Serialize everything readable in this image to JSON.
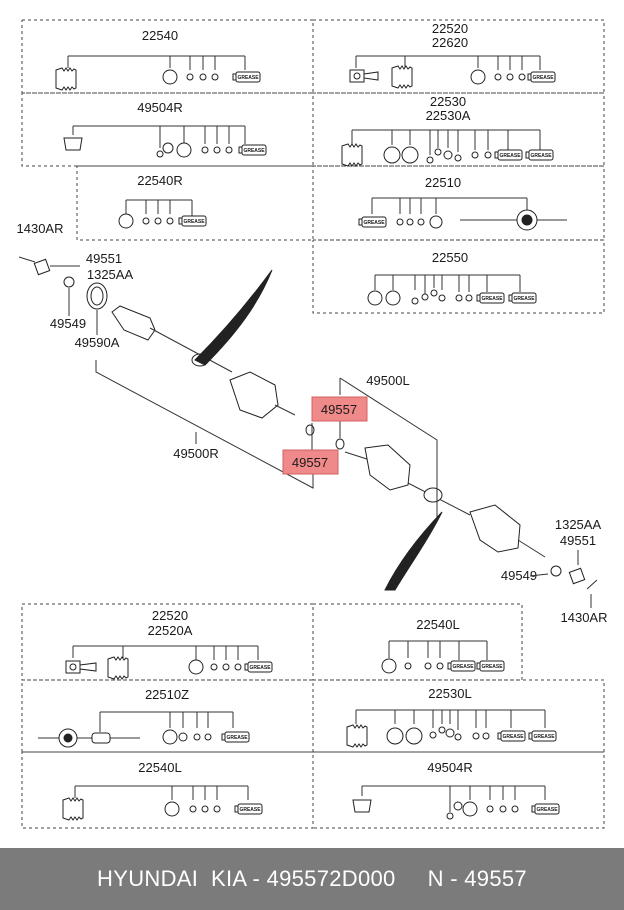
{
  "top_boxes": {
    "box1_label": "22540",
    "box2_label_a": "22520",
    "box2_label_b": "22620",
    "box3_label": "49504R",
    "box4_label_a": "22530",
    "box4_label_b": "22530A",
    "box5_label": "22540R",
    "box6_label": "22510",
    "box7_label": "22550"
  },
  "bottom_boxes": {
    "box1_label_a": "22520",
    "box1_label_b": "22520A",
    "box2_label": "22540L",
    "box3_label": "22510Z",
    "box4_label": "22530L",
    "box5_label": "22540L",
    "box6_label": "49504R"
  },
  "callouts": {
    "bolt_left": "1430AR",
    "nut_left_a": "49551",
    "nut_left_b": "1325AA",
    "washer_left": "49549",
    "seal_left": "49590A",
    "shaft_right": "49500R",
    "shaft_left": "49500L",
    "highlight_top": "49557",
    "highlight_bottom": "49557",
    "nut_right_a": "1325AA",
    "nut_right_b": "49551",
    "washer_right": "49549",
    "bolt_right": "1430AR"
  },
  "grease_label": "GREASE",
  "colors": {
    "highlight": "#f08a8a",
    "footer_bg": "#7b7b7b",
    "footer_text": "#ffffff"
  },
  "footer": {
    "text": "HYUNDAI  KIA - 495572D000     N - 49557"
  }
}
